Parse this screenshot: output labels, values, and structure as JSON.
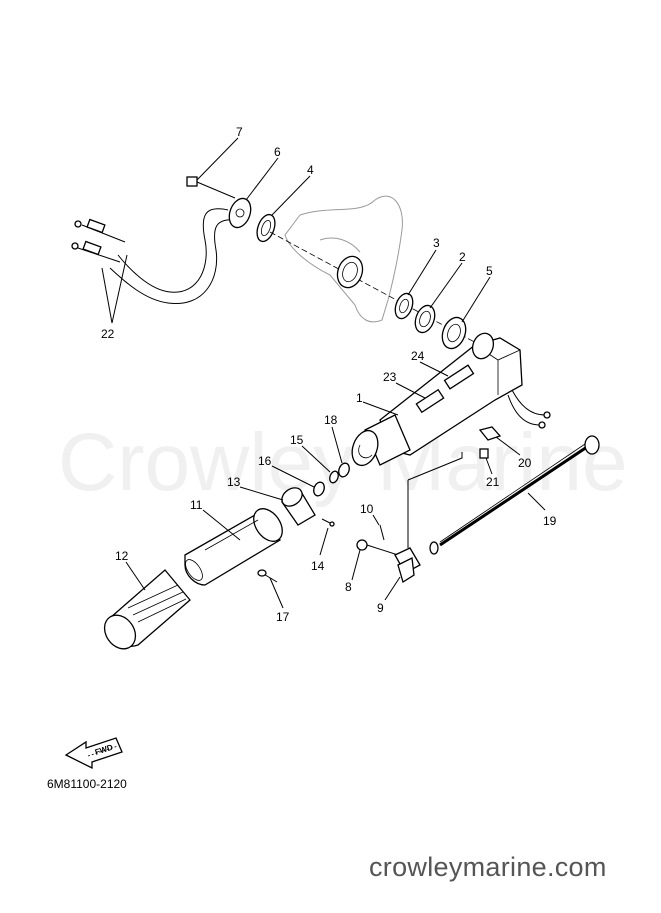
{
  "diagram": {
    "code": "6M81100-2120",
    "watermark": "Crowley Marine",
    "site": "crowleymarine.com",
    "fwd_label": "FWD",
    "callouts": [
      {
        "id": "c1",
        "text": "1"
      },
      {
        "id": "c2",
        "text": "2"
      },
      {
        "id": "c3",
        "text": "3"
      },
      {
        "id": "c4",
        "text": "4"
      },
      {
        "id": "c5",
        "text": "5"
      },
      {
        "id": "c6",
        "text": "6"
      },
      {
        "id": "c7",
        "text": "7"
      },
      {
        "id": "c8",
        "text": "8"
      },
      {
        "id": "c9",
        "text": "9"
      },
      {
        "id": "c10",
        "text": "10"
      },
      {
        "id": "c11",
        "text": "11"
      },
      {
        "id": "c12",
        "text": "12"
      },
      {
        "id": "c13",
        "text": "13"
      },
      {
        "id": "c14",
        "text": "14"
      },
      {
        "id": "c15",
        "text": "15"
      },
      {
        "id": "c16",
        "text": "16"
      },
      {
        "id": "c17",
        "text": "17"
      },
      {
        "id": "c18",
        "text": "18"
      },
      {
        "id": "c19",
        "text": "19"
      },
      {
        "id": "c20",
        "text": "20"
      },
      {
        "id": "c21",
        "text": "21"
      },
      {
        "id": "c22",
        "text": "22"
      },
      {
        "id": "c23",
        "text": "23"
      },
      {
        "id": "c24",
        "text": "24"
      }
    ]
  }
}
